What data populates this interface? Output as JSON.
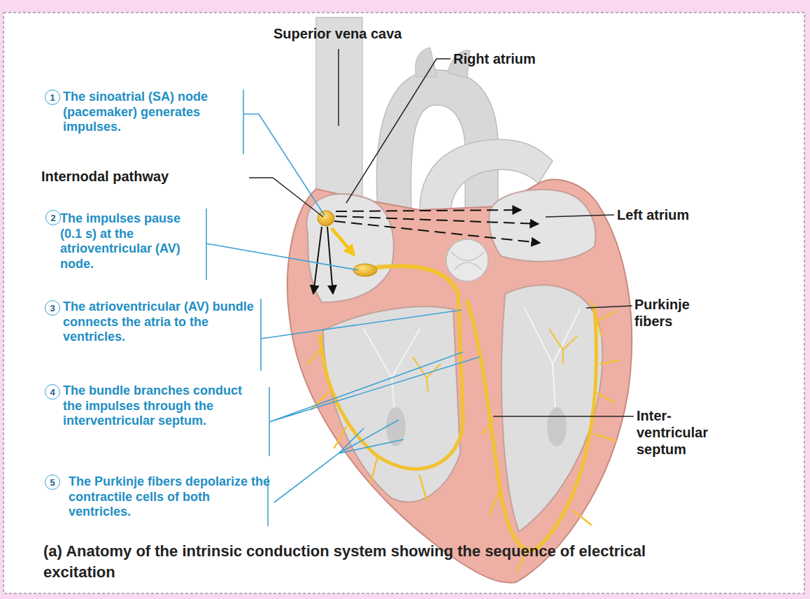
{
  "diagram": {
    "caption": "(a) Anatomy of the intrinsic conduction system showing the sequence of electrical excitation",
    "nodes": [
      {
        "text": [
          "1"
        ]
      },
      {
        "text": [
          "2"
        ]
      },
      {
        "text": [
          "3"
        ]
      },
      {
        "text": [
          "4"
        ]
      },
      {
        "text": [
          "5"
        ]
      }
    ],
    "labels": [
      "Superior vena cava",
      "Right atrium",
      "Internodal pathway",
      "Left atrium",
      "Purkinje fibers",
      "Inter- ventricular septum",
      "The sinoatrial (SA) node (pacemaker) generates impulses.",
      "The impulses pause (0.1 s) at the atrioventricular (AV) node.",
      "The atrioventricular (AV) bundle connects the atria to the ventricles.",
      "The bundle branches conduct the impulses through the interventricular septum.",
      "The Purkinje fibers depolarize the contractile cells of both ventricles."
    ]
  }
}
